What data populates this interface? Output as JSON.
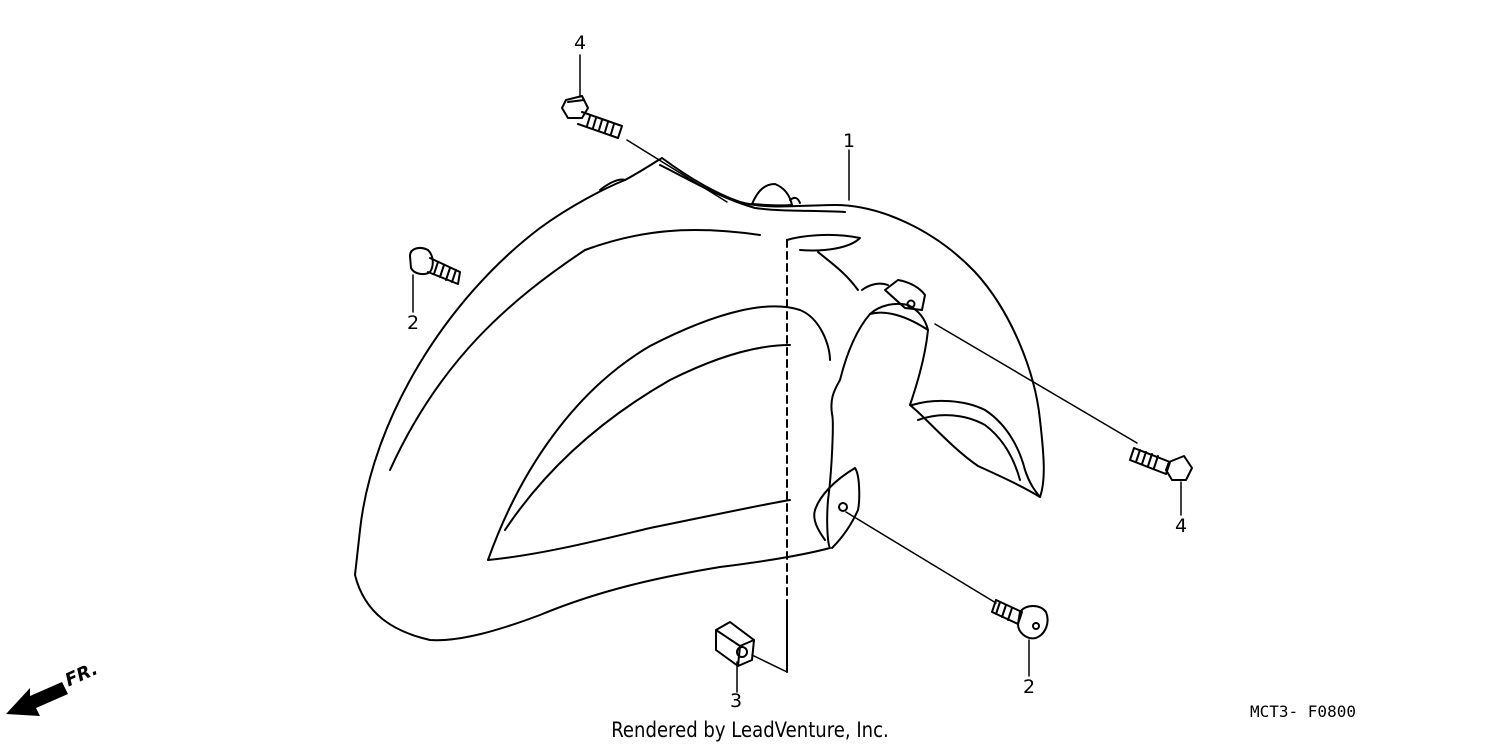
{
  "diagram": {
    "callouts": [
      {
        "id": "c1",
        "label": "1"
      },
      {
        "id": "c2-left",
        "label": "2"
      },
      {
        "id": "c2-right",
        "label": "2"
      },
      {
        "id": "c3",
        "label": "3"
      },
      {
        "id": "c4-top",
        "label": "4"
      },
      {
        "id": "c4-right",
        "label": "4"
      }
    ],
    "direction_label": "FR.",
    "diagram_code": "MCT3- F0800",
    "credit": "Rendered by LeadVenture, Inc."
  }
}
